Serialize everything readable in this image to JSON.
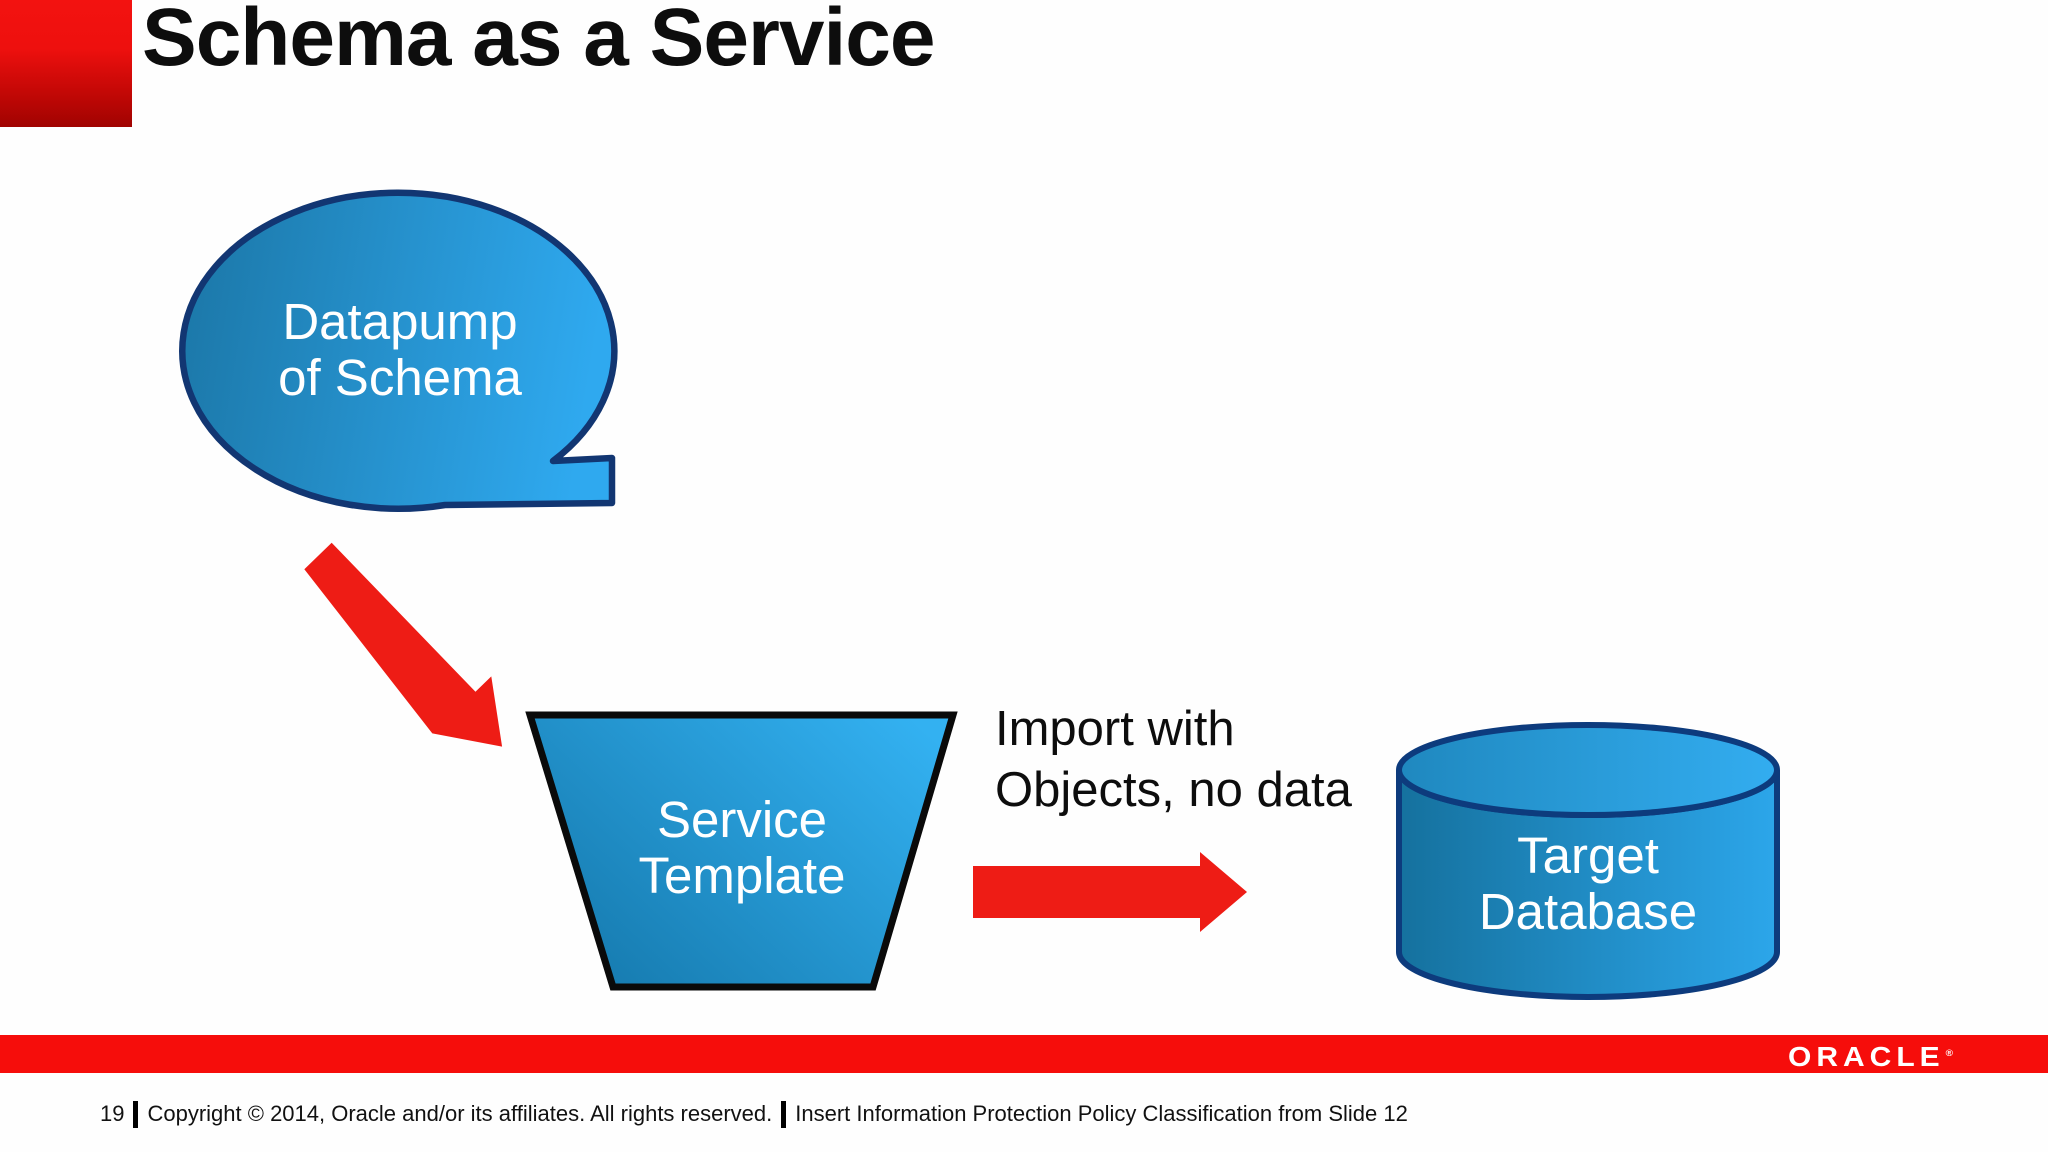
{
  "slide": {
    "title": "Schema as a Service",
    "page_number": "19",
    "footer": {
      "copyright": "Copyright © 2014, Oracle and/or its affiliates. All rights reserved.",
      "classification": "Insert Information Protection Policy Classification from Slide 12"
    },
    "brand": {
      "logo": "ORACLE",
      "reg_mark": "®"
    }
  },
  "diagram": {
    "bubble": {
      "lines": [
        "Datapump",
        "of Schema"
      ]
    },
    "funnel": {
      "lines": [
        "Service",
        "Template"
      ]
    },
    "arrow_label": {
      "lines": [
        "Import with",
        "Objects, no data"
      ]
    },
    "cylinder": {
      "lines": [
        "Target",
        "Database"
      ]
    }
  },
  "colors": {
    "accent_red_bar": "#f60d0b",
    "corner_red_top": "#f31210",
    "corner_red_bottom": "#a00301",
    "arrow_red": "#ee1c15",
    "shape_blue_dark": "#1b76a6",
    "shape_blue_light": "#2fa9ef",
    "shape_border_navy": "#123672",
    "funnel_border_black": "#0a0a0a",
    "text_white": "#ffffff",
    "text_black": "#0d0d0d"
  }
}
